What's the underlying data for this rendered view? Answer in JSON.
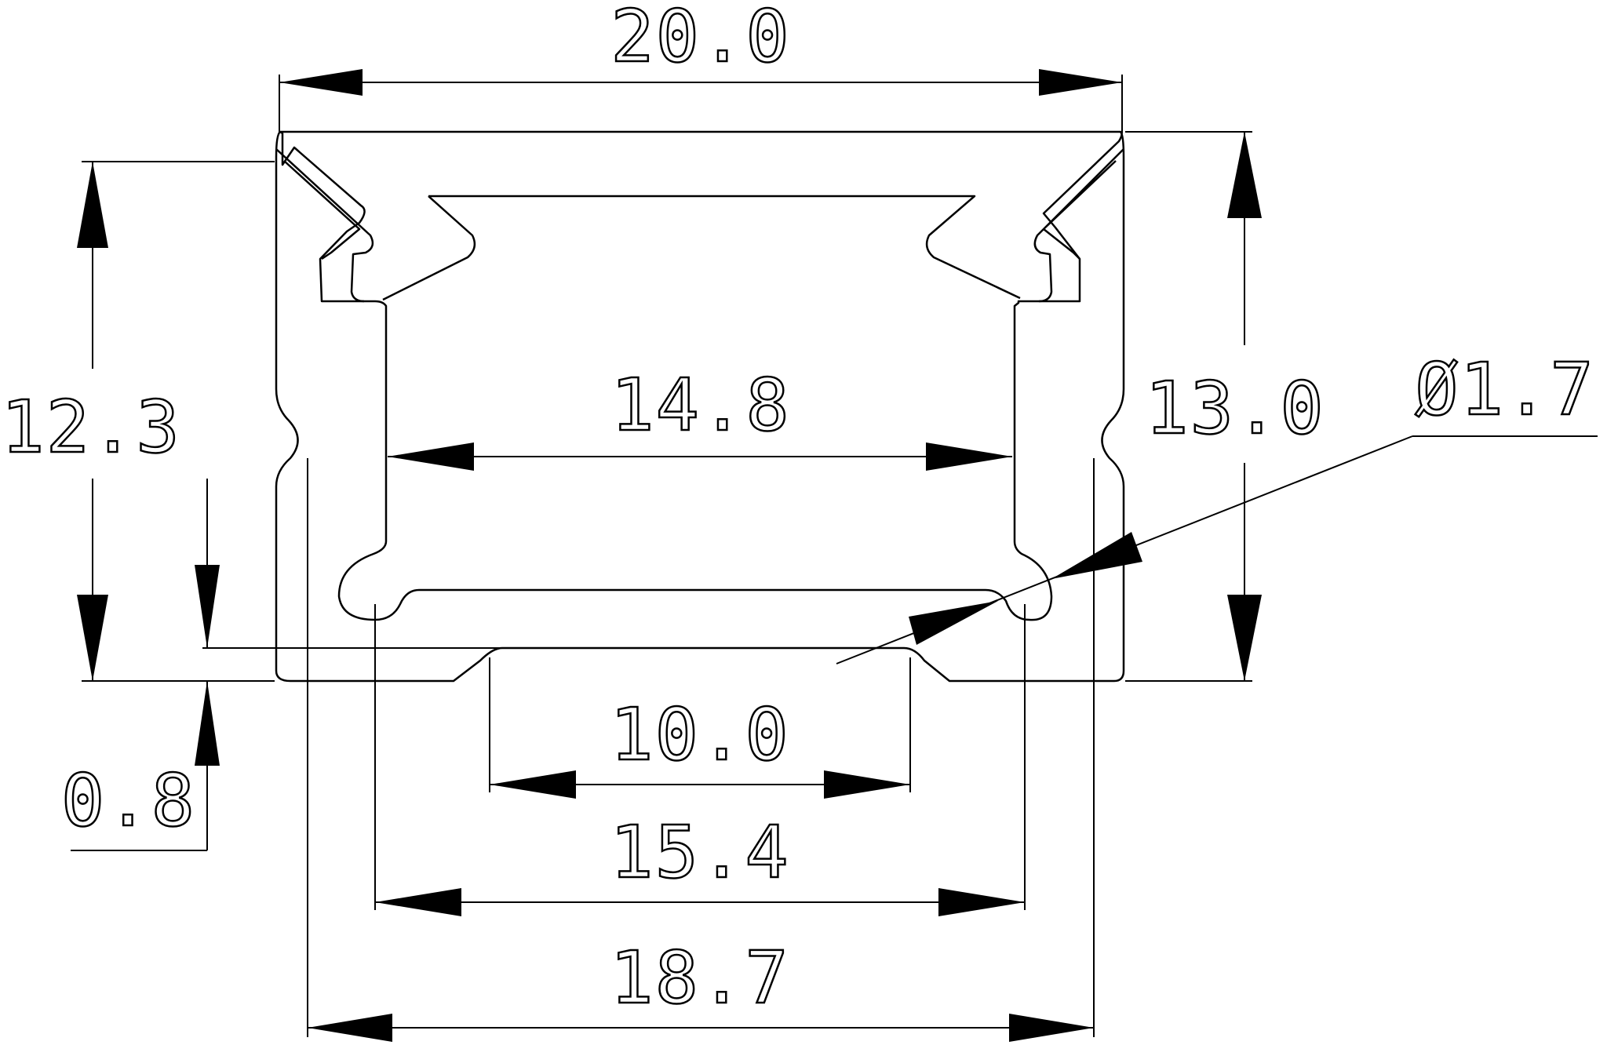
{
  "dimensions": {
    "overall_width": "20.0",
    "overall_height": "13.0",
    "inner_height": "12.3",
    "inner_width": "14.8",
    "hole_diameter": "Ø1.7",
    "bottom_opening": "10.0",
    "base_thickness": "0.8",
    "hole_spacing": "15.4",
    "groove_width": "18.7"
  },
  "colors": {
    "line": "#000000",
    "background": "#ffffff"
  }
}
